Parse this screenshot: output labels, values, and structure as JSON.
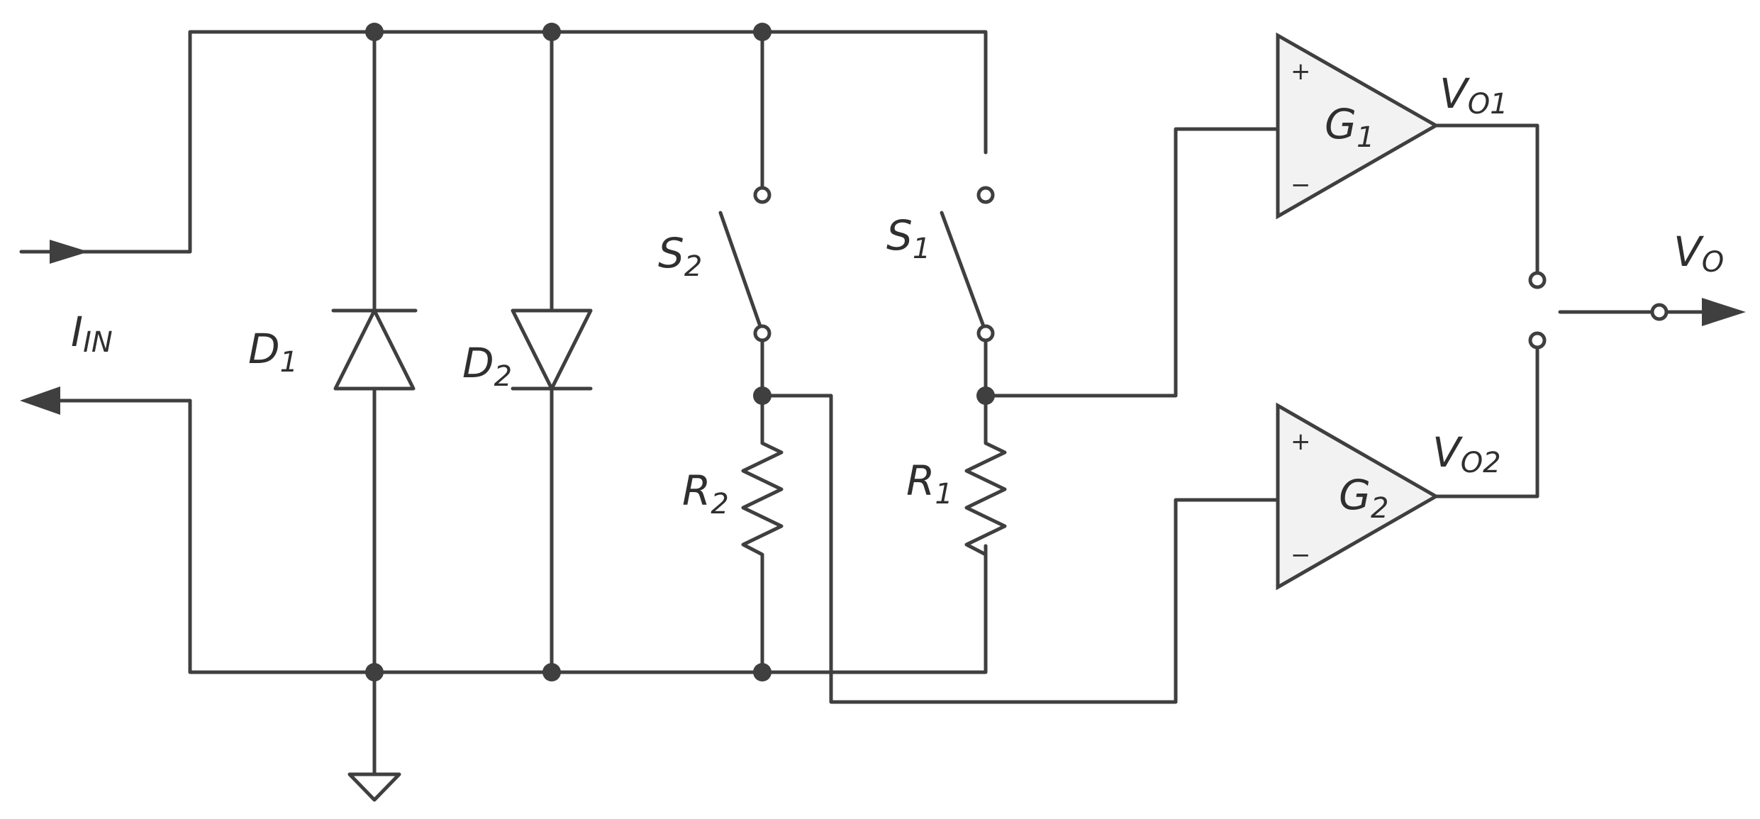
{
  "colors": {
    "wire": "#3f3f3f",
    "amp_fill": "#f2f2f2"
  },
  "labels": {
    "iin": {
      "main": "I",
      "sub": "IN"
    },
    "d1": {
      "main": "D",
      "sub": "1"
    },
    "d2": {
      "main": "D",
      "sub": "2"
    },
    "s2": {
      "main": "S",
      "sub": "2"
    },
    "s1": {
      "main": "S",
      "sub": "1"
    },
    "r2": {
      "main": "R",
      "sub": "2"
    },
    "r1": {
      "main": "R",
      "sub": "1"
    },
    "g1": {
      "main": "G",
      "sub": "1",
      "plus": "+",
      "minus": "−"
    },
    "g2": {
      "main": "G",
      "sub": "2",
      "plus": "+",
      "minus": "−"
    },
    "vo1": {
      "main": "V",
      "sub": "O1"
    },
    "vo2": {
      "main": "V",
      "sub": "O2"
    },
    "vo": {
      "main": "V",
      "sub": "O"
    }
  }
}
